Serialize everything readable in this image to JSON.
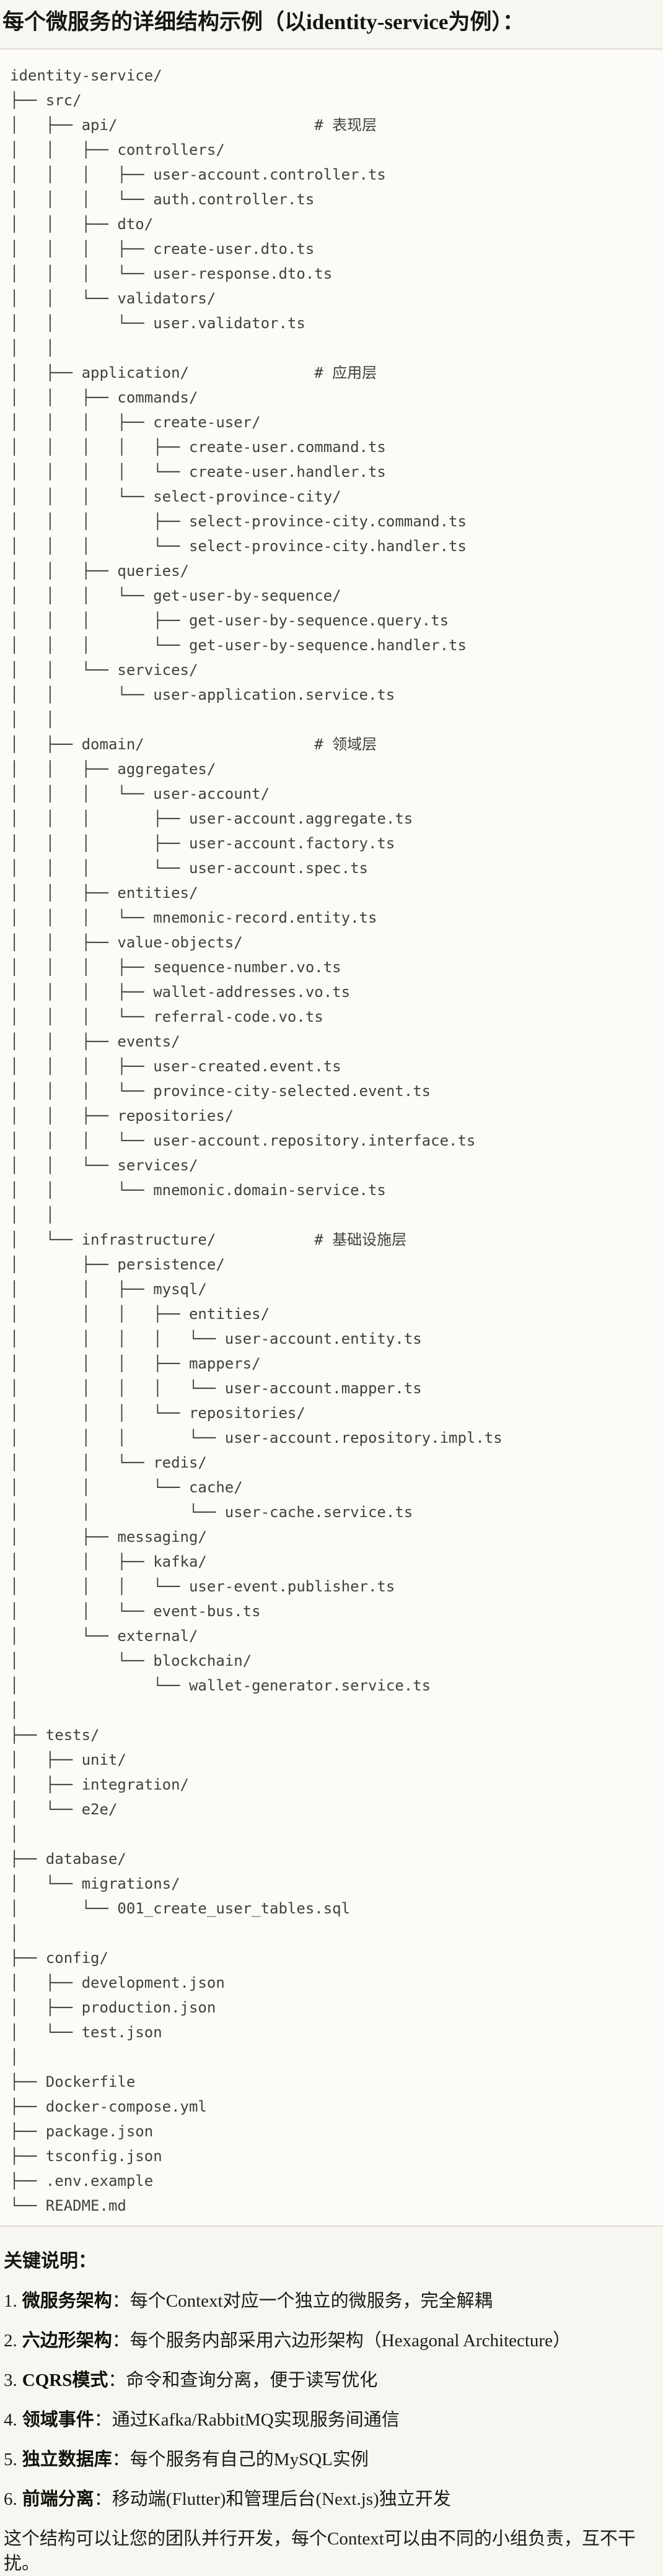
{
  "page": {
    "title": "每个微服务的详细结构示例（以identity-service为例）："
  },
  "tree": {
    "lines": [
      "identity-service/",
      "├── src/",
      "│   ├── api/                      # 表现层",
      "│   │   ├── controllers/",
      "│   │   │   ├── user-account.controller.ts",
      "│   │   │   └── auth.controller.ts",
      "│   │   ├── dto/",
      "│   │   │   ├── create-user.dto.ts",
      "│   │   │   └── user-response.dto.ts",
      "│   │   └── validators/",
      "│   │       └── user.validator.ts",
      "│   │",
      "│   ├── application/              # 应用层",
      "│   │   ├── commands/",
      "│   │   │   ├── create-user/",
      "│   │   │   │   ├── create-user.command.ts",
      "│   │   │   │   └── create-user.handler.ts",
      "│   │   │   └── select-province-city/",
      "│   │   │       ├── select-province-city.command.ts",
      "│   │   │       └── select-province-city.handler.ts",
      "│   │   ├── queries/",
      "│   │   │   └── get-user-by-sequence/",
      "│   │   │       ├── get-user-by-sequence.query.ts",
      "│   │   │       └── get-user-by-sequence.handler.ts",
      "│   │   └── services/",
      "│   │       └── user-application.service.ts",
      "│   │",
      "│   ├── domain/                   # 领域层",
      "│   │   ├── aggregates/",
      "│   │   │   └── user-account/",
      "│   │   │       ├── user-account.aggregate.ts",
      "│   │   │       ├── user-account.factory.ts",
      "│   │   │       └── user-account.spec.ts",
      "│   │   ├── entities/",
      "│   │   │   └── mnemonic-record.entity.ts",
      "│   │   ├── value-objects/",
      "│   │   │   ├── sequence-number.vo.ts",
      "│   │   │   ├── wallet-addresses.vo.ts",
      "│   │   │   └── referral-code.vo.ts",
      "│   │   ├── events/",
      "│   │   │   ├── user-created.event.ts",
      "│   │   │   └── province-city-selected.event.ts",
      "│   │   ├── repositories/",
      "│   │   │   └── user-account.repository.interface.ts",
      "│   │   └── services/",
      "│   │       └── mnemonic.domain-service.ts",
      "│   │",
      "│   └── infrastructure/           # 基础设施层",
      "│       ├── persistence/",
      "│       │   ├── mysql/",
      "│       │   │   ├── entities/",
      "│       │   │   │   └── user-account.entity.ts",
      "│       │   │   ├── mappers/",
      "│       │   │   │   └── user-account.mapper.ts",
      "│       │   │   └── repositories/",
      "│       │   │       └── user-account.repository.impl.ts",
      "│       │   └── redis/",
      "│       │       └── cache/",
      "│       │           └── user-cache.service.ts",
      "│       ├── messaging/",
      "│       │   ├── kafka/",
      "│       │   │   └── user-event.publisher.ts",
      "│       │   └── event-bus.ts",
      "│       └── external/",
      "│           └── blockchain/",
      "│               └── wallet-generator.service.ts",
      "│",
      "├── tests/",
      "│   ├── unit/",
      "│   ├── integration/",
      "│   └── e2e/",
      "│",
      "├── database/",
      "│   └── migrations/",
      "│       └── 001_create_user_tables.sql",
      "│",
      "├── config/",
      "│   ├── development.json",
      "│   ├── production.json",
      "│   └── test.json",
      "│",
      "├── Dockerfile",
      "├── docker-compose.yml",
      "├── package.json",
      "├── tsconfig.json",
      "├── .env.example",
      "└── README.md"
    ]
  },
  "key_notes": {
    "heading": "关键说明：",
    "separator": "：",
    "items": [
      {
        "num": "1.",
        "term": "微服务架构",
        "text": "每个Context对应一个独立的微服务，完全解耦"
      },
      {
        "num": "2.",
        "term": "六边形架构",
        "text": "每个服务内部采用六边形架构（Hexagonal Architecture）"
      },
      {
        "num": "3.",
        "term": "CQRS模式",
        "text": "命令和查询分离，便于读写优化"
      },
      {
        "num": "4.",
        "term": "领域事件",
        "text": "通过Kafka/RabbitMQ实现服务间通信"
      },
      {
        "num": "5.",
        "term": "独立数据库",
        "text": "每个服务有自己的MySQL实例"
      },
      {
        "num": "6.",
        "term": "前端分离",
        "text": "移动端(Flutter)和管理后台(Next.js)独立开发"
      }
    ]
  },
  "footer": {
    "text": "这个结构可以让您的团队并行开发，每个Context可以由不同的小组负责，互不干扰。"
  },
  "colors": {
    "page_bg": "#F8F6F0",
    "code_bg": "#FCFBF8",
    "border": "#E0DDD4",
    "code_text": "#41403C",
    "body_text": "#1C1B17"
  }
}
